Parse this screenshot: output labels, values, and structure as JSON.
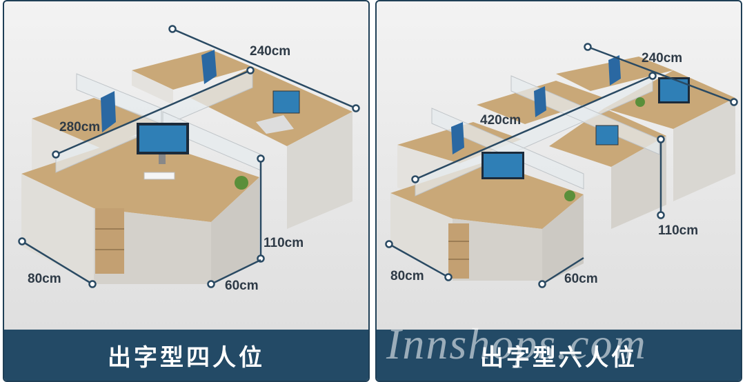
{
  "left": {
    "caption": "出字型四人位",
    "dimensions": {
      "top_width": "240cm",
      "left_depth": "280cm",
      "height": "110cm",
      "side_depth": "80cm",
      "bottom_depth": "60cm"
    }
  },
  "right": {
    "caption": "出字型六人位",
    "dimensions": {
      "top_width": "240cm",
      "left_depth": "420cm",
      "height": "110cm",
      "side_depth": "80cm",
      "bottom_depth": "60cm"
    }
  },
  "watermark": "Innshops.com",
  "colors": {
    "caption_bar": "#234a66",
    "dimension_line": "#2a4a63",
    "desktop_wood": "#c9a878",
    "cabinet": "#e4e2de"
  }
}
